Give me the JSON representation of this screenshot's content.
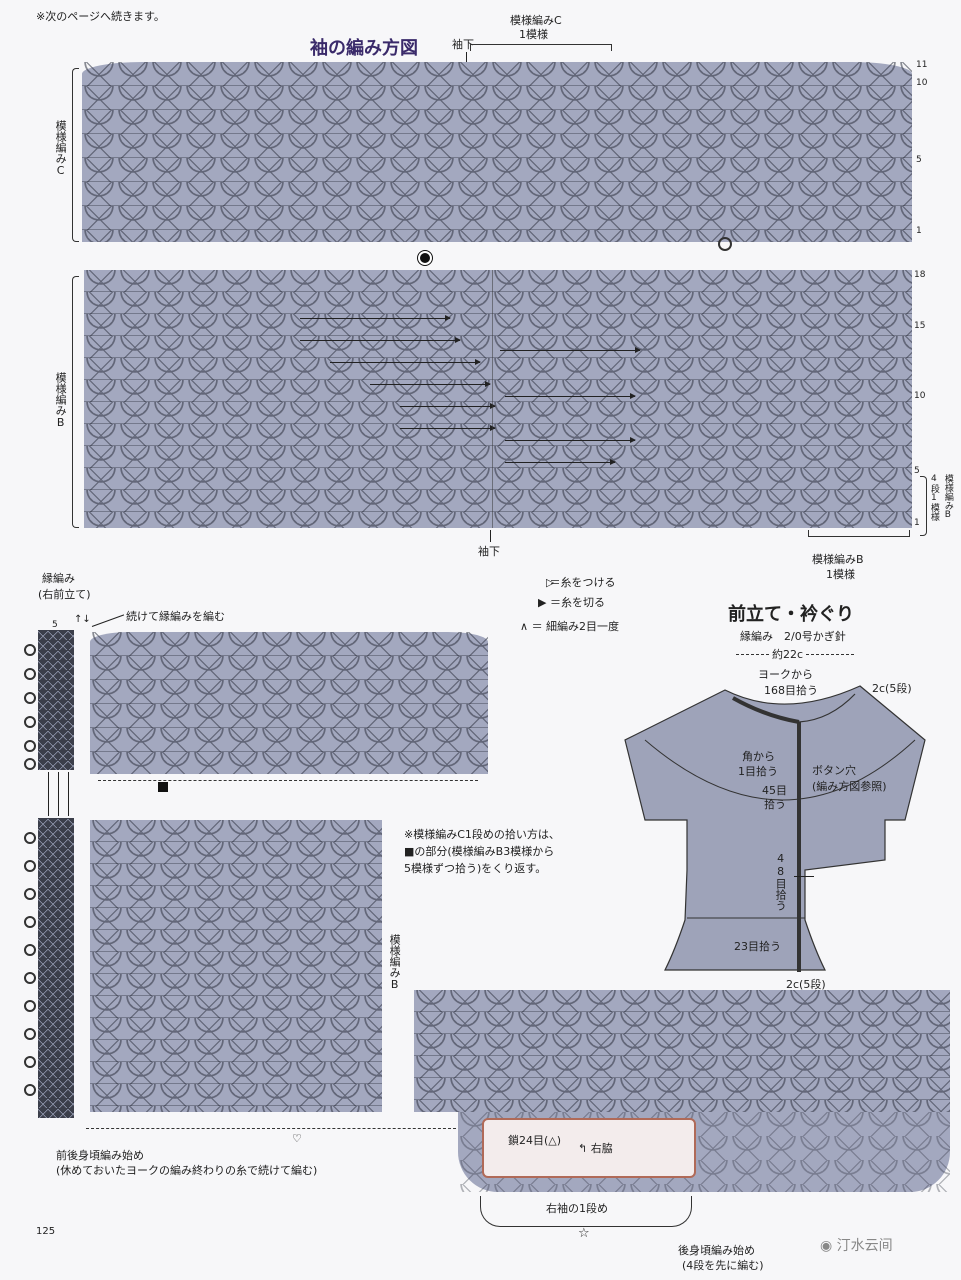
{
  "note_top": "※次のページへ続きます。",
  "sleeve": {
    "title": "袖の編み方図",
    "underarm_top": "袖下",
    "pattern_c_label": "模様編みC",
    "pattern_c_repeat": "1模様",
    "side_label_c": "模様編みC",
    "side_label_b": "模様編みB",
    "underarm_bottom": "袖下",
    "pattern_b_label": "模様編みB",
    "pattern_b_repeat": "1模様",
    "row_numbers_c": [
      "11",
      "10",
      "5",
      "1"
    ],
    "row_numbers_b": [
      "18",
      "15",
      "10",
      "5",
      "1"
    ],
    "repeat_note": "4段1模様",
    "repeat_note_pattern": "模様編みB"
  },
  "legend": {
    "attach": "＝糸をつける",
    "cut": "＝糸を切る",
    "decrease": "＝ 細編み2目一度"
  },
  "body": {
    "edge_label": "縁編み",
    "edge_label_sub": "(右前立て)",
    "edge_count": "5",
    "continue_edge": "続けて縁編みを編む",
    "note_line1": "※模様編みC1段めの拾い方は、",
    "note_line2": "■の部分(模様編みB3模様から",
    "note_line3": "5模様ずつ拾う)をくり返す。",
    "pattern_b_side": "模様編みB",
    "start_front_back": "前後身頃編み始め",
    "start_front_back_sub": "(休めておいたヨークの編み終わりの糸で続けて編む)",
    "chain_label": "鎖24目(△)",
    "right_side": "右脇",
    "right_sleeve_row1": "右袖の1段め",
    "back_start": "後身頃編み始め",
    "back_start_sub": "(4段を先に編む)",
    "heart": "♡",
    "star": "☆"
  },
  "placket": {
    "title": "前立て・衿ぐり",
    "subtitle": "縁編み　2/0号かぎ針",
    "width": "約22c",
    "from_yoke": "ヨークから",
    "from_yoke_count": "168目拾う",
    "top_rows": "2c(5段)",
    "from_corner": "角から",
    "from_corner_count": "1目拾う",
    "buttonhole": "ボタン穴",
    "buttonhole_sub": "(編み方図参照)",
    "pick45": "45目",
    "pick45_b": "拾う",
    "pick48": "48目拾う",
    "pick23": "23目拾う",
    "bottom_rows": "2c(5段)"
  },
  "page_number": "125",
  "watermark": "汀水云间"
}
